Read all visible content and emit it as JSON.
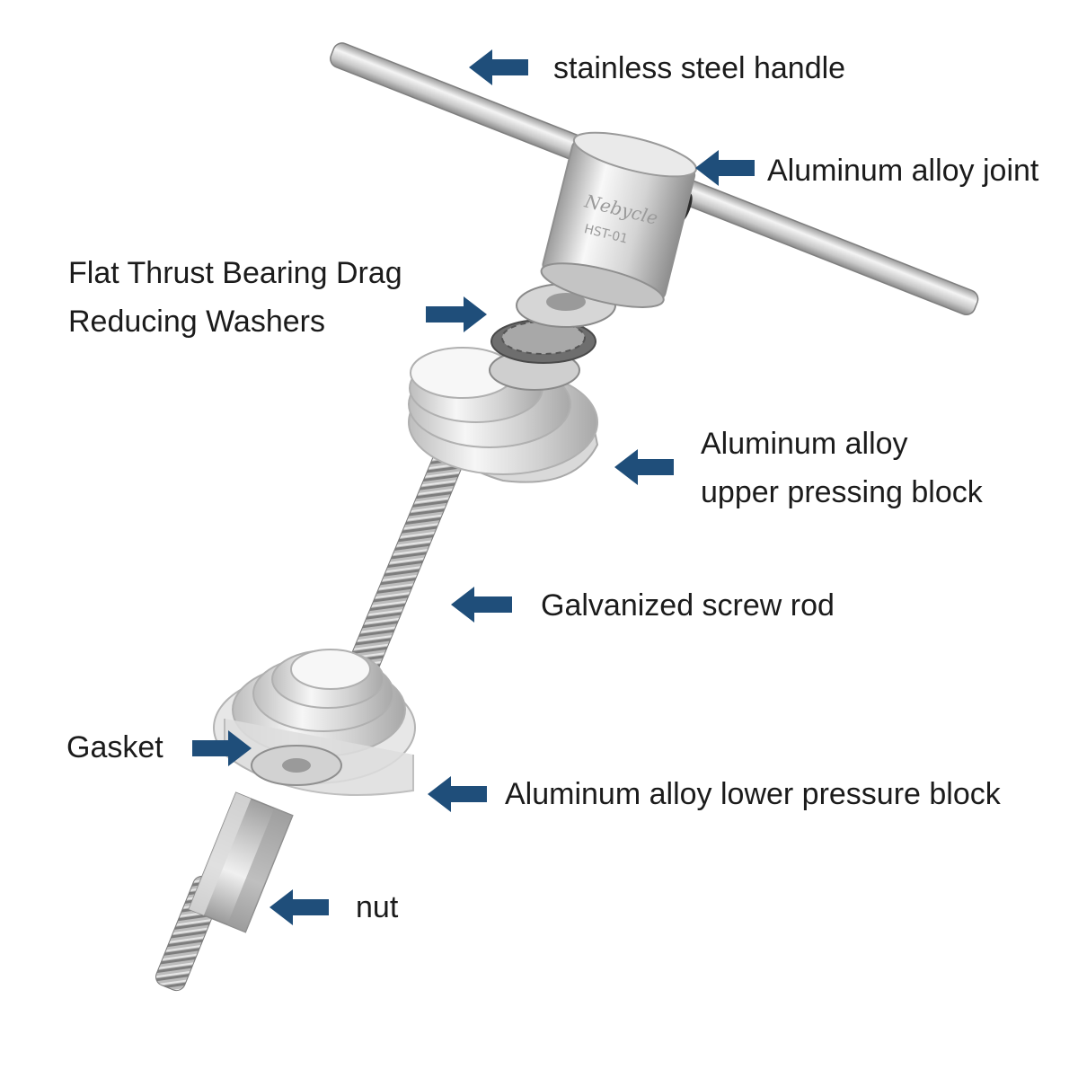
{
  "colors": {
    "arrow": "#1f4e7a",
    "metal_light": "#f2f2f2",
    "metal_mid": "#c8c8c8",
    "metal_dark": "#8c8c8c",
    "text": "#1b1b1b"
  },
  "tool": {
    "joint_brand": "Nebycle",
    "joint_model": "HST-01"
  },
  "labels": {
    "handle": "stainless steel handle",
    "joint": "Aluminum alloy joint",
    "washers_line1": "Flat Thrust Bearing Drag",
    "washers_line2": "Reducing Washers",
    "upper_line1": "Aluminum alloy",
    "upper_line2": "upper pressing block",
    "rod": "Galvanized screw rod",
    "gasket": "Gasket",
    "lower": "Aluminum alloy lower pressure block",
    "nut": "nut"
  },
  "icons": {
    "arrow_left": "arrow-left-icon",
    "arrow_right": "arrow-right-icon"
  }
}
